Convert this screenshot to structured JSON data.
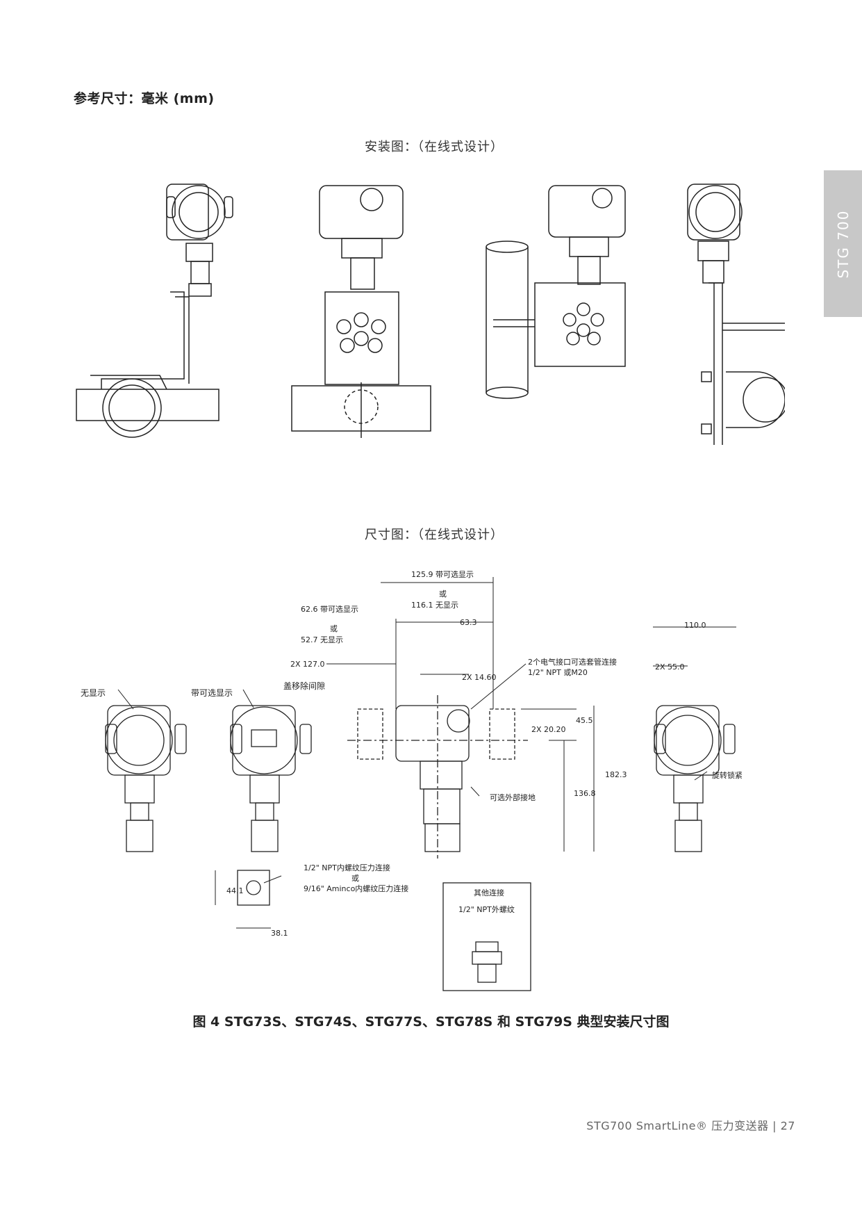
{
  "header": {
    "reference_units": "参考尺寸：毫米 (mm)"
  },
  "side_tab": {
    "label": "STG 700"
  },
  "installation": {
    "title": "安装图：（在线式设计）"
  },
  "dimensions": {
    "title": "尺寸图：（在线式设计）",
    "labels": {
      "no_display": "无显示",
      "with_display": "带可选显示",
      "cover_clearance": "盖移除间隙",
      "d125": "125.9 带可选显示",
      "or1": "或",
      "d116": "116.1 无显示",
      "d62": "62.6 带可选显示",
      "or2": "或",
      "d52": "52.7 无显示",
      "d63": "63.3",
      "d127": "2X 127.0",
      "d1460": "2X 14.60",
      "d2020": "2X 20.20",
      "d455": "45.5",
      "d1823": "182.3",
      "d1368": "136.8",
      "d1100": "110.0",
      "d550": "2X 55.0",
      "conduit1": "2个电气接口可选套管连接",
      "conduit2": "1/2\" NPT 或M20",
      "ground": "可选外部接地",
      "rotate_lock": "旋转锁紧",
      "npt_female": "1/2\" NPT内螺纹压力连接",
      "or3": "或",
      "aminco": "9/16\" Aminco内螺纹压力连接",
      "d441": "44.1",
      "d381": "38.1",
      "other_conn": "其他连接",
      "npt_male": "1/2\" NPT外螺纹"
    }
  },
  "figure_caption": "图 4 STG73S、STG74S、STG77S、STG78S 和 STG79S 典型安装尺寸图",
  "footer": {
    "text": "STG700 SmartLine® 压力变送器 | 27"
  }
}
